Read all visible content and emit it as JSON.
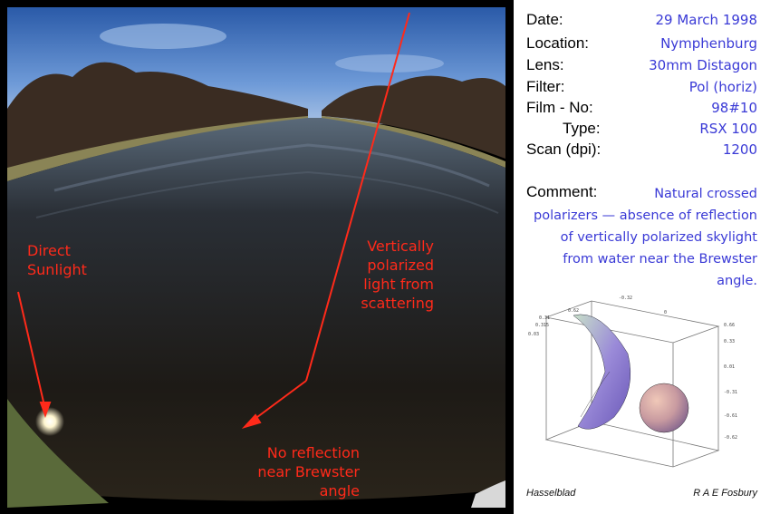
{
  "photo": {
    "label_sun": [
      "Direct",
      "Sunlight"
    ],
    "label_scatter": [
      "Vertically",
      "polarized",
      "light from",
      "scattering"
    ],
    "label_noref": [
      "No reflection",
      "near Brewster",
      "angle"
    ],
    "annotation_color": "#ff2a1a"
  },
  "info": {
    "fields": [
      {
        "key": "Date:",
        "value": "29 March 1998"
      },
      {
        "key": "Location:",
        "value": "Nymphenburg"
      },
      {
        "key": "Lens:",
        "value": "30mm Distagon"
      },
      {
        "key": "Filter:",
        "value": "Pol (horiz)"
      },
      {
        "key": "Film - No:",
        "value": "98#10"
      },
      {
        "key": "Type:",
        "value": "RSX 100"
      },
      {
        "key": "Scan (dpi):",
        "value": "1200"
      }
    ],
    "comment_key": "Comment:",
    "comment_text": "Natural crossed polarizers — absence of reflection of vertically polarized skylight from water near the Brewster angle.",
    "value_color": "#3a3ad6"
  },
  "plot": {
    "tick_labels": [
      "0.62",
      "0.31",
      "0.315",
      "0.03",
      "-0.32",
      "0",
      "0.66",
      "0.33",
      "0.01",
      "-0.31",
      "-0.61",
      "-0.62"
    ]
  },
  "footer": {
    "left": "Hasselblad",
    "right": "R A E Fosbury"
  }
}
